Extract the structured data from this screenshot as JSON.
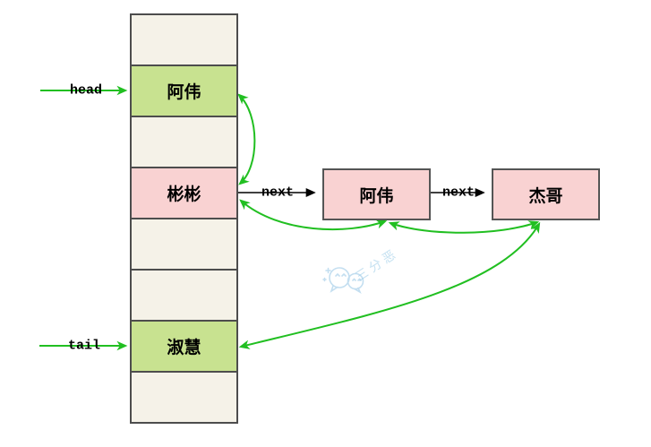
{
  "diagram_type": "linked-hash-map-structure",
  "pointers": {
    "head_label": "head",
    "tail_label": "tail"
  },
  "bucket_array": {
    "cells": [
      {
        "index": 0,
        "label": "",
        "type": "empty"
      },
      {
        "index": 1,
        "label": "阿伟",
        "type": "green"
      },
      {
        "index": 2,
        "label": "",
        "type": "empty"
      },
      {
        "index": 3,
        "label": "彬彬",
        "type": "pink"
      },
      {
        "index": 4,
        "label": "",
        "type": "empty"
      },
      {
        "index": 5,
        "label": "",
        "type": "empty"
      },
      {
        "index": 6,
        "label": "淑慧",
        "type": "green"
      },
      {
        "index": 7,
        "label": "",
        "type": "empty"
      }
    ]
  },
  "list_nodes": [
    {
      "label": "阿伟"
    },
    {
      "label": "杰哥"
    }
  ],
  "edge_labels": {
    "next_1": "next",
    "next_2": "next"
  },
  "order_links": [
    {
      "from": "array-cell-awei",
      "to": "array-cell-binbin",
      "double_headed": true
    },
    {
      "from": "array-cell-binbin",
      "to": "list-node-awei",
      "double_headed": true
    },
    {
      "from": "list-node-awei",
      "to": "list-node-jiege",
      "double_headed": true
    },
    {
      "from": "array-cell-shuhui",
      "to": "list-node-jiege",
      "double_headed": true
    }
  ],
  "watermark": {
    "text": "三分恶",
    "icon": "wechat-chat-bubbles-icon"
  },
  "colors": {
    "cell_empty": "#f5f2e8",
    "cell_green": "#c8e290",
    "cell_pink": "#f9d2d2",
    "border": "#4d4d4d",
    "arrow_green": "#21bf21",
    "arrow_black": "#000000",
    "watermark_blue": "#b9d9ee"
  }
}
